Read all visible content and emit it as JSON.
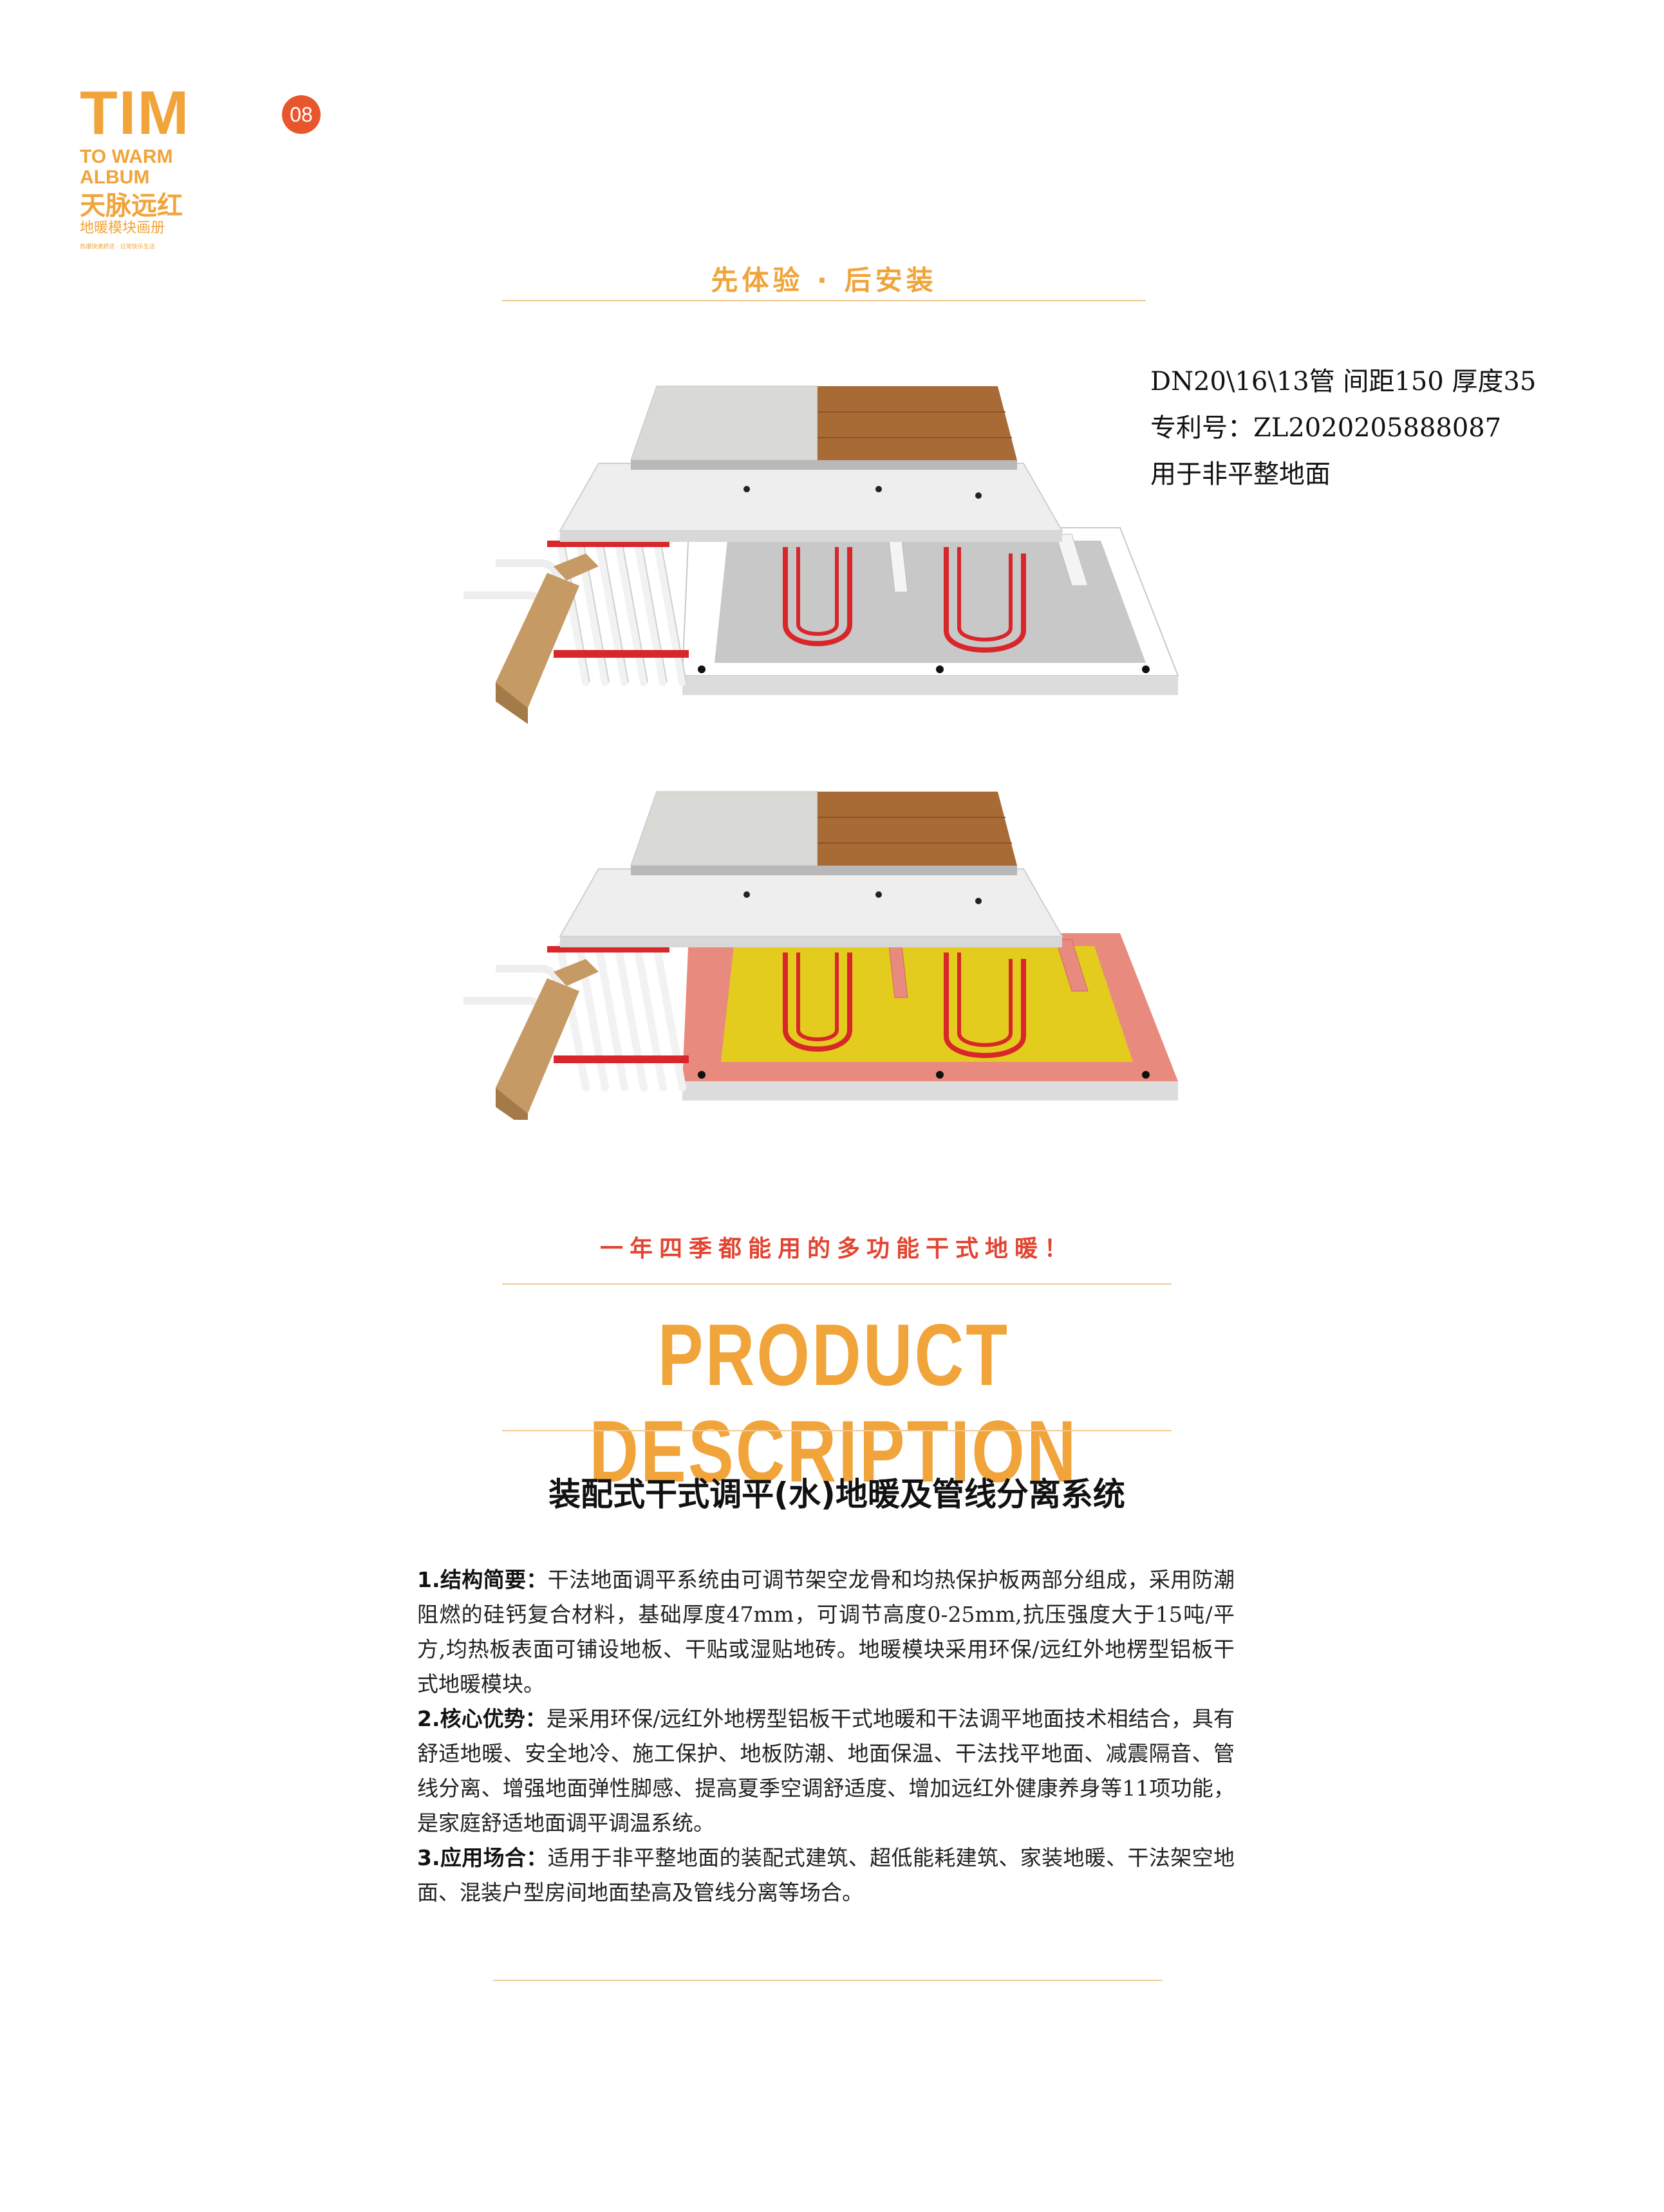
{
  "brand": {
    "tim": "TIM",
    "line1": "TO WARM",
    "line2": "ALBUM",
    "cn_name": "天脉远红",
    "cn_sub": "地暖模块画册",
    "tagline": "热爆快速舒适 · 日常快乐生活"
  },
  "page_number": "08",
  "slogan_top": "先体验 · 后安装",
  "specs": {
    "line1": "DN20\\16\\13管 间距150 厚度35",
    "line2": "专利号：ZL2020205888087",
    "line3": "用于非平整地面"
  },
  "slogan_mid": "一年四季都能用的多功能干式地暖！",
  "heading": "PRODUCT DESCRIPTION",
  "subtitle": "装配式干式调平(水)地暖及管线分离系统",
  "sections": [
    {
      "label": "1.结构简要：",
      "text": "干法地面调平系统由可调节架空龙骨和均热保护板两部分组成，采用防潮阻燃的硅钙复合材料，基础厚度47mm，可调节高度0-25mm,抗压强度大于15吨/平方,均热板表面可铺设地板、干贴或湿贴地砖。地暖模块采用环保/远红外地楞型铝板干式地暖模块。"
    },
    {
      "label": "2.核心优势：",
      "text": "是采用环保/远红外地楞型铝板干式地暖和干法调平地面技术相结合，具有舒适地暖、安全地冷、施工保护、地板防潮、地面保温、干法找平地面、减震隔音、管线分离、增强地面弹性脚感、提高夏季空调舒适度、增加远红外健康养身等11项功能，是家庭舒适地面调平调温系统。"
    },
    {
      "label": "3.应用场合：",
      "text": "适用于非平整地面的装配式建筑、超低能耗建筑、家装地暖、干法架空地面、混装户型房间地面垫高及管线分离等场合。"
    }
  ],
  "colors": {
    "accent": "#f0a43a",
    "slogan_red": "#e34430",
    "page_badge": "#e8562c",
    "pipe_red": "#d8262a",
    "module_yellow": "#e3cc1e",
    "insulation_pink": "#e98a7e"
  }
}
